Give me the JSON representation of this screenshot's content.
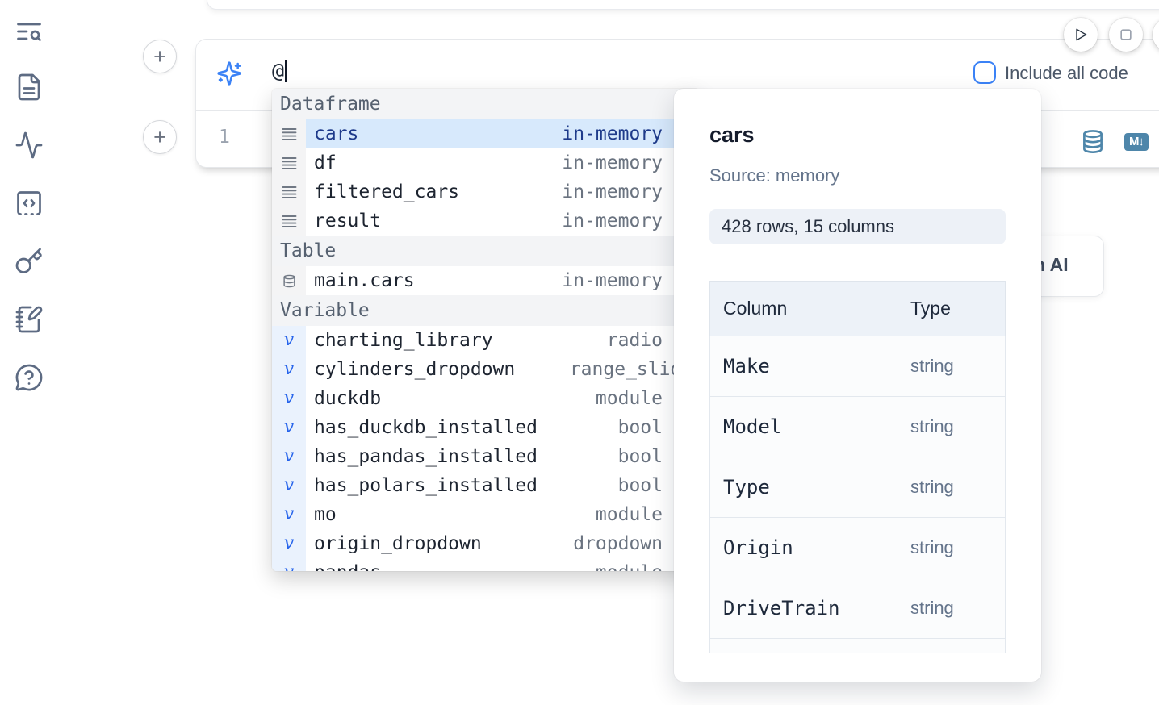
{
  "colors": {
    "accent_blue": "#3b82f6",
    "steel_blue": "#4e86aa",
    "selected_row_bg": "#d7e9fc",
    "selected_row_text": "#1e3a8a"
  },
  "sidebar": {
    "items": [
      {
        "icon": "toc-search-icon"
      },
      {
        "icon": "file-document-icon"
      },
      {
        "icon": "activity-icon"
      },
      {
        "icon": "code-snippets-icon"
      },
      {
        "icon": "key-icon"
      },
      {
        "icon": "notebook-pen-icon"
      },
      {
        "icon": "help-chat-icon"
      }
    ]
  },
  "toolbar": {
    "buttons": [
      {
        "icon": "play-icon"
      },
      {
        "icon": "stop-icon"
      },
      {
        "icon": "partial-button"
      }
    ]
  },
  "ai_bar": {
    "value": "@",
    "include_label": "Include all code",
    "include_checked": false
  },
  "add_cell_buttons": [
    {
      "label": "+"
    },
    {
      "label": "+"
    }
  ],
  "code_cell": {
    "line_number": "1",
    "actions": [
      {
        "icon": "database-icon"
      },
      {
        "icon": "markdown-icon",
        "label": "M↓"
      }
    ]
  },
  "autocomplete": {
    "sections": [
      {
        "label": "Dataframe",
        "icon": "dataframe-rows-icon",
        "items": [
          {
            "name": "cars",
            "detail": "in-memory",
            "selected": true
          },
          {
            "name": "df",
            "detail": "in-memory"
          },
          {
            "name": "filtered_cars",
            "detail": "in-memory"
          },
          {
            "name": "result",
            "detail": "in-memory"
          }
        ]
      },
      {
        "label": "Table",
        "icon": "database-icon",
        "items": [
          {
            "name": "main.cars",
            "detail": "in-memory"
          }
        ]
      },
      {
        "label": "Variable",
        "icon": "variable-icon",
        "items": [
          {
            "name": "charting_library",
            "detail": "radio"
          },
          {
            "name": "cylinders_dropdown",
            "detail": "range_slider",
            "overflow": true
          },
          {
            "name": "duckdb",
            "detail": "module"
          },
          {
            "name": "has_duckdb_installed",
            "detail": "bool"
          },
          {
            "name": "has_pandas_installed",
            "detail": "bool"
          },
          {
            "name": "has_polars_installed",
            "detail": "bool"
          },
          {
            "name": "mo",
            "detail": "module"
          },
          {
            "name": "origin_dropdown",
            "detail": "dropdown"
          },
          {
            "name": "pandas",
            "detail": "module"
          }
        ]
      }
    ]
  },
  "preview_panel": {
    "title": "cars",
    "source": "Source: memory",
    "shape": "428 rows, 15 columns",
    "table": {
      "headers": [
        "Column",
        "Type"
      ],
      "rows": [
        [
          "Make",
          "string"
        ],
        [
          "Model",
          "string"
        ],
        [
          "Type",
          "string"
        ],
        [
          "Origin",
          "string"
        ],
        [
          "DriveTrain",
          "string"
        ],
        [
          "",
          ""
        ]
      ]
    }
  },
  "ai_button": {
    "visible_label": "h AI"
  }
}
